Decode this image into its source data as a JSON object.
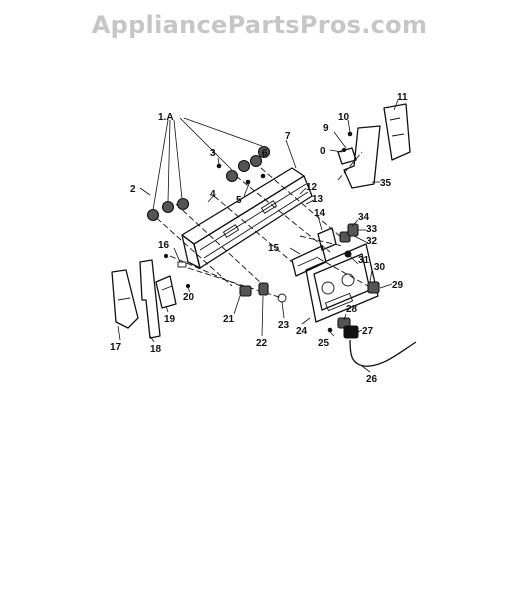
{
  "watermark": "AppliancePartsPros.com",
  "callouts": [
    {
      "id": "c-1a",
      "label": "1.A"
    },
    {
      "id": "c-2",
      "label": "2"
    },
    {
      "id": "c-3",
      "label": "3"
    },
    {
      "id": "c-4",
      "label": "4"
    },
    {
      "id": "c-5",
      "label": "5"
    },
    {
      "id": "c-6",
      "label": "6"
    },
    {
      "id": "c-7",
      "label": "7"
    },
    {
      "id": "c-8",
      "label": "0"
    },
    {
      "id": "c-9",
      "label": "9"
    },
    {
      "id": "c-10",
      "label": "10"
    },
    {
      "id": "c-11",
      "label": "11"
    },
    {
      "id": "c-12",
      "label": "12"
    },
    {
      "id": "c-13",
      "label": "13"
    },
    {
      "id": "c-14",
      "label": "14"
    },
    {
      "id": "c-15",
      "label": "15"
    },
    {
      "id": "c-16",
      "label": "16"
    },
    {
      "id": "c-17",
      "label": "17"
    },
    {
      "id": "c-18",
      "label": "18"
    },
    {
      "id": "c-19",
      "label": "19"
    },
    {
      "id": "c-20",
      "label": "20"
    },
    {
      "id": "c-21",
      "label": "21"
    },
    {
      "id": "c-22",
      "label": "22"
    },
    {
      "id": "c-23",
      "label": "23"
    },
    {
      "id": "c-24",
      "label": "24"
    },
    {
      "id": "c-25",
      "label": "25"
    },
    {
      "id": "c-26",
      "label": "26"
    },
    {
      "id": "c-27",
      "label": "27"
    },
    {
      "id": "c-28",
      "label": "28"
    },
    {
      "id": "c-29",
      "label": "29"
    },
    {
      "id": "c-30",
      "label": "30"
    },
    {
      "id": "c-31",
      "label": "31"
    },
    {
      "id": "c-32",
      "label": "32"
    },
    {
      "id": "c-33",
      "label": "33"
    },
    {
      "id": "c-34",
      "label": "34"
    },
    {
      "id": "c-35",
      "label": "35"
    }
  ]
}
